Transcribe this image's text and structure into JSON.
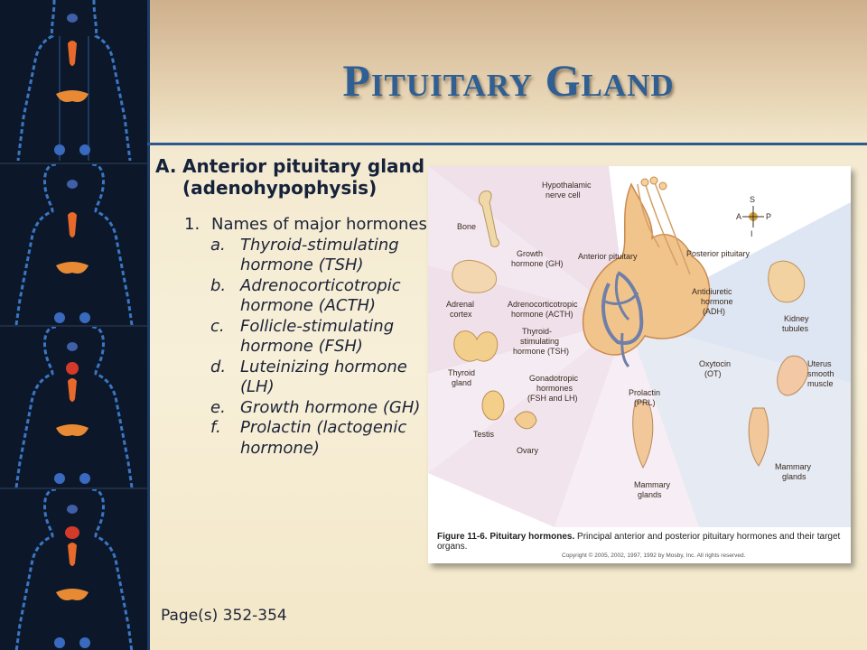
{
  "slide": {
    "title_first_initial": "P",
    "title_first_rest": "ituitary",
    "title_second_initial": "G",
    "title_second_rest": "land",
    "title_color": "#2f5f93",
    "heading": {
      "label": "A.",
      "text": "Anterior pituitary gland (adenohypophysis)"
    },
    "subheading": {
      "label": "1.",
      "text": "Names of major hormones"
    },
    "hormones": [
      {
        "label": "a.",
        "text": "Thyroid-stimulating hormone (TSH)"
      },
      {
        "label": "b.",
        "text": "Adrenocorticotropic hormone (ACTH)"
      },
      {
        "label": "c.",
        "text": "Follicle-stimulating hormone (FSH)"
      },
      {
        "label": "d.",
        "text": "Luteinizing hormone (LH)"
      },
      {
        "label": "e.",
        "text": "Growth hormone (GH)"
      },
      {
        "label": "f.",
        "text": "Prolactin (lactogenic hormone)"
      }
    ],
    "pages": "Page(s) 352-354"
  },
  "figure": {
    "caption_label": "Figure 11-6. Pituitary hormones.",
    "caption_text": "Principal anterior and posterior pituitary hormones and their target organs.",
    "copyright": "Copyright © 2005, 2002, 1997, 1992 by Mosby, Inc. All rights reserved.",
    "labels": {
      "hypothalamic": [
        "Hypothalamic",
        "nerve cell"
      ],
      "bone": "Bone",
      "gh": [
        "Growth",
        "hormone (GH)"
      ],
      "anterior": "Anterior pituitary",
      "posterior": "Posterior pituitary",
      "adrenal": [
        "Adrenal",
        "cortex"
      ],
      "acth": [
        "Adrenocorticotropic",
        "hormone (ACTH)"
      ],
      "adh": [
        "Antidiuretic",
        "hormone",
        "(ADH)"
      ],
      "kidney": [
        "Kidney",
        "tubules"
      ],
      "tsh": [
        "Thyroid-",
        "stimulating",
        "hormone (TSH)"
      ],
      "thyroid": [
        "Thyroid",
        "gland"
      ],
      "gonado": [
        "Gonadotropic",
        "hormones",
        "(FSH and LH)"
      ],
      "oxytocin": [
        "Oxytocin",
        "(OT)"
      ],
      "uterus": [
        "Uterus",
        "smooth",
        "muscle"
      ],
      "prolactin": [
        "Prolactin",
        "(PRL)"
      ],
      "testis": "Testis",
      "ovary": "Ovary",
      "mammary_left": [
        "Mammary",
        "glands"
      ],
      "mammary_right": [
        "Mammary",
        "glands"
      ],
      "compass": {
        "s": "S",
        "a": "A",
        "p": "P",
        "i": "I"
      }
    }
  }
}
